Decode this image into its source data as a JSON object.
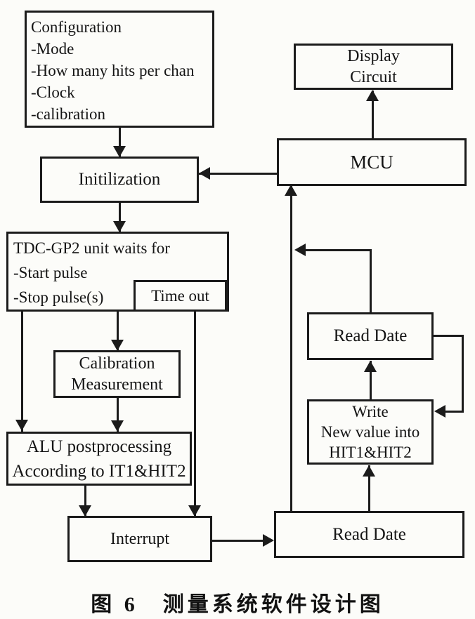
{
  "figure": {
    "caption": "图 6　测量系统软件设计图",
    "ink_color": "#1b1b1b",
    "paper_color": "#fcfcf9"
  },
  "nodes": {
    "configuration": {
      "lines": [
        "Configuration",
        "-Mode",
        "-How many hits per chan",
        "-Clock",
        "-calibration"
      ]
    },
    "display_circuit": {
      "lines": [
        "Display",
        "Circuit"
      ]
    },
    "mcu": {
      "label": "MCU"
    },
    "initialization": {
      "label": "Initilization"
    },
    "tdc_gp2": {
      "lines": [
        "TDC-GP2 unit waits for",
        "-Start pulse",
        "-Stop pulse(s)"
      ]
    },
    "time_out": {
      "label": "Time out"
    },
    "calibration_measurement": {
      "lines": [
        "Calibration",
        "Measurement"
      ]
    },
    "alu_postprocessing": {
      "lines": [
        "ALU postprocessing",
        "According to IT1&HIT2"
      ]
    },
    "interrupt": {
      "label": "Interrupt"
    },
    "read_date_upper": {
      "label": "Read Date"
    },
    "write_new_value": {
      "lines": [
        "Write",
        "New value into",
        "HIT1&HIT2"
      ]
    },
    "read_date_lower": {
      "label": "Read Date"
    }
  },
  "edges": [
    {
      "from": "configuration",
      "to": "initialization"
    },
    {
      "from": "mcu",
      "to": "initialization"
    },
    {
      "from": "mcu",
      "to": "display_circuit"
    },
    {
      "from": "initialization",
      "to": "tdc_gp2"
    },
    {
      "from": "tdc_gp2",
      "to": "alu_postprocessing"
    },
    {
      "from": "tdc_gp2",
      "to": "calibration_measurement"
    },
    {
      "from": "calibration_measurement",
      "to": "alu_postprocessing"
    },
    {
      "from": "time_out",
      "to": "interrupt"
    },
    {
      "from": "alu_postprocessing",
      "to": "interrupt"
    },
    {
      "from": "interrupt",
      "to": "read_date_lower"
    },
    {
      "from": "read_date_lower",
      "to": "mcu"
    },
    {
      "from": "read_date_lower",
      "to": "write_new_value"
    },
    {
      "from": "write_new_value",
      "to": "read_date_upper"
    },
    {
      "from": "read_date_upper",
      "to": "write_new_value"
    },
    {
      "from": "read_date_upper",
      "to": "mcu"
    }
  ]
}
